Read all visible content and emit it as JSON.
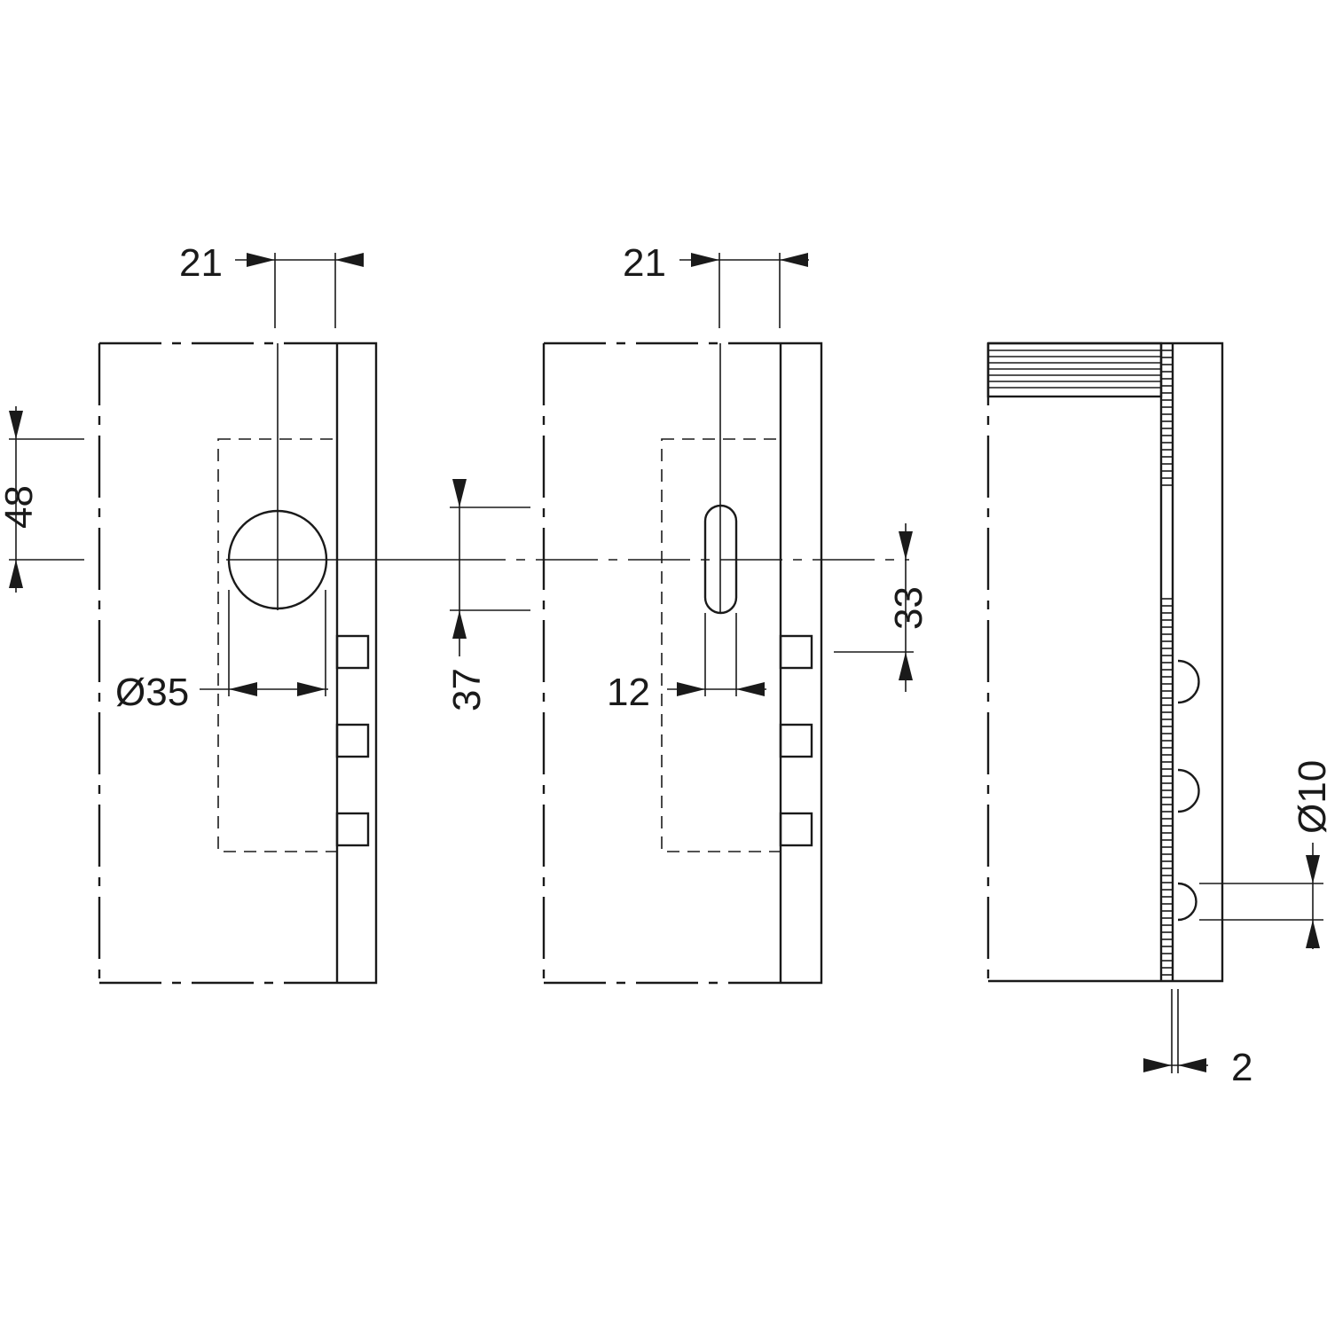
{
  "colors": {
    "line": "#1a1a1a",
    "background": "#ffffff"
  },
  "views": {
    "view1": {
      "dim_offset": "21",
      "dim_vertical": "48",
      "dim_diameter": "Ø35"
    },
    "view2": {
      "dim_offset": "21",
      "dim_height_mid": "37",
      "dim_slot_width": "12",
      "dim_height_right": "33"
    },
    "view3": {
      "dim_diameter": "Ø10",
      "dim_thickness": "2"
    }
  }
}
